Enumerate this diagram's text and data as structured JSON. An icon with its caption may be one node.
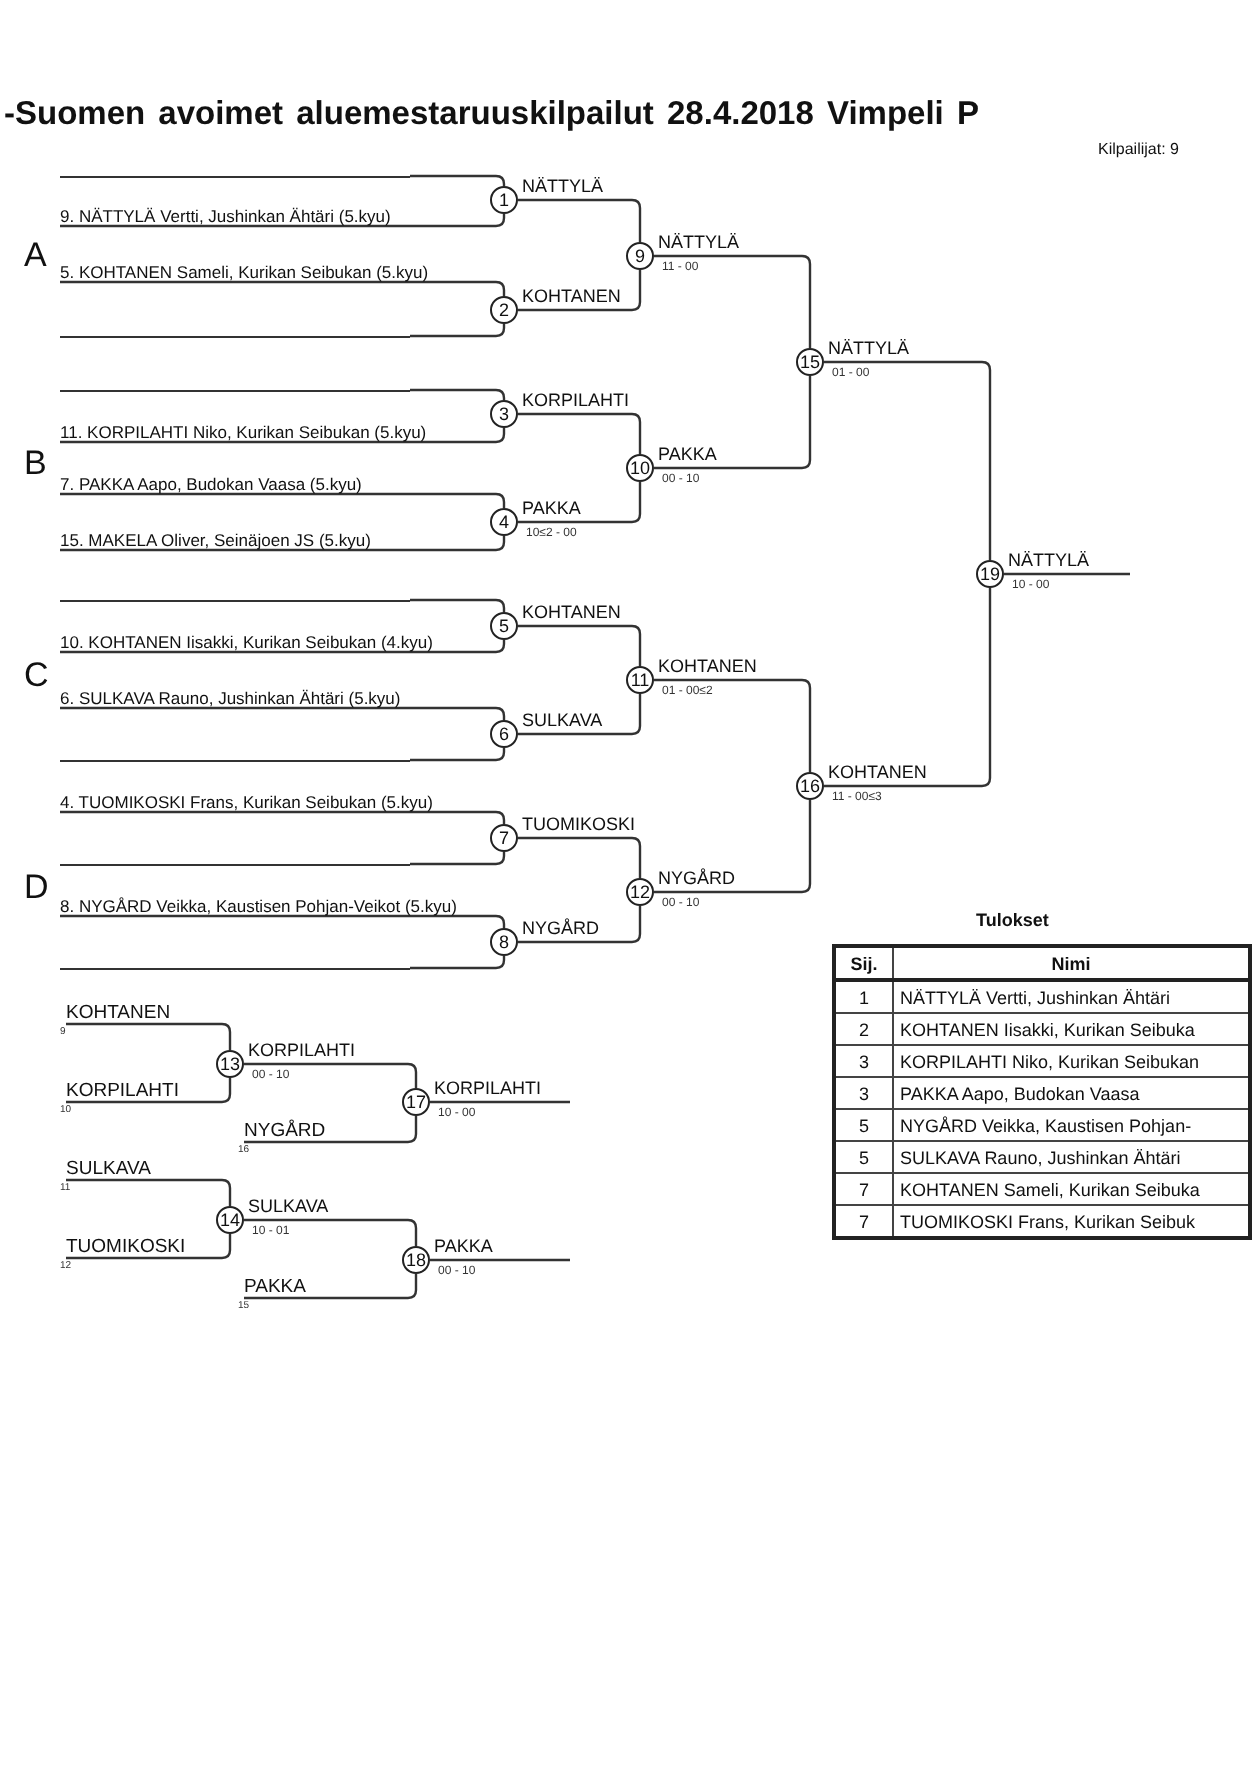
{
  "diagram": {
    "title": "-Suomen avoimet aluemestaruuskilpailut 28.4.2018 Vimpeli P",
    "nodes": [
      {
        "text": [
          "1"
        ],
        "beside": [
          "NÄTTYLÄ"
        ]
      },
      {
        "text": [
          "9. NÄTTYLÄ Vertti, Jushinkan Ähtäri (5.kyu)"
        ]
      },
      {
        "text": [
          "9"
        ],
        "beside": [
          "NÄTTYLÄ",
          "11 - 00"
        ]
      },
      {
        "text": [
          "5. KOHTANEN Sameli, Kurikan Seibukan (5.kyu)"
        ]
      },
      {
        "text": [
          "2"
        ],
        "beside": [
          "KOHTANEN"
        ]
      },
      {
        "text": [
          "15"
        ],
        "beside": [
          "NÄTTYLÄ",
          "01 - 00"
        ]
      },
      {
        "text": [
          "3"
        ],
        "beside": [
          "KORPILAHTI"
        ]
      },
      {
        "text": [
          "11. KORPILAHTI Niko, Kurikan Seibukan (5.kyu)"
        ]
      },
      {
        "text": [
          "10"
        ],
        "beside": [
          "PAKKA",
          "00 - 10"
        ]
      },
      {
        "text": [
          "7. PAKKA Aapo, Budokan Vaasa (5.kyu)"
        ]
      },
      {
        "text": [
          "4"
        ],
        "beside": [
          "PAKKA",
          "10≤2 - 00"
        ]
      },
      {
        "text": [
          "15. MAKELA Oliver, Seinäjoen JS (5.kyu)"
        ]
      },
      {
        "text": [
          "19"
        ],
        "beside": [
          "NÄTTYLÄ",
          "10 - 00"
        ]
      },
      {
        "text": [
          "5"
        ],
        "beside": [
          "KOHTANEN"
        ]
      },
      {
        "text": [
          "10. KOHTANEN Iisakki, Kurikan Seibukan (4.kyu)"
        ]
      },
      {
        "text": [
          "11"
        ],
        "beside": [
          "KOHTANEN",
          "01 - 00≤2"
        ]
      },
      {
        "text": [
          "6. SULKAVA Rauno, Jushinkan Ähtäri (5.kyu)"
        ]
      },
      {
        "text": [
          "6"
        ],
        "beside": [
          "SULKAVA"
        ]
      },
      {
        "text": [
          "16"
        ],
        "beside": [
          "KOHTANEN",
          "11 - 00≤3"
        ]
      },
      {
        "text": [
          "4. TUOMIKOSKI Frans, Kurikan Seibukan (5.kyu)"
        ]
      },
      {
        "text": [
          "7"
        ],
        "beside": [
          "TUOMIKOSKI"
        ]
      },
      {
        "text": [
          "12"
        ],
        "beside": [
          "NYGÅRD",
          "00 - 10"
        ]
      },
      {
        "text": [
          "8. NYGÅRD Veikka, Kaustisen Pohjan-Veikot (5.kyu)"
        ]
      },
      {
        "text": [
          "8"
        ],
        "beside": [
          "NYGÅRD"
        ]
      },
      {
        "text": [
          "KOHTANEN"
        ],
        "beside": [
          "9"
        ]
      },
      {
        "text": [
          "13"
        ],
        "beside": [
          "KORPILAHTI",
          "00 - 10"
        ]
      },
      {
        "text": [
          "KORPILAHTI"
        ],
        "beside": [
          "10"
        ]
      },
      {
        "text": [
          "17"
        ],
        "beside": [
          "KORPILAHTI",
          "10 - 00"
        ]
      },
      {
        "text": [
          "NYGÅRD"
        ],
        "beside": [
          "16"
        ]
      },
      {
        "text": [
          "SULKAVA"
        ],
        "beside": [
          "11"
        ]
      },
      {
        "text": [
          "14"
        ],
        "beside": [
          "SULKAVA",
          "10 - 01"
        ]
      },
      {
        "text": [
          "TUOMIKOSKI"
        ],
        "beside": [
          "12"
        ]
      },
      {
        "text": [
          "18"
        ],
        "beside": [
          "PAKKA",
          "00 - 10"
        ]
      },
      {
        "text": [
          "PAKKA"
        ],
        "beside": [
          "15"
        ]
      },
      {
        "text": [],
        "shape": "bar"
      },
      {
        "text": [],
        "shape": "bar"
      },
      {
        "text": [],
        "shape": "bar"
      },
      {
        "text": [],
        "shape": "bar"
      },
      {
        "text": [],
        "shape": "bar"
      },
      {
        "text": [],
        "shape": "bar"
      },
      {
        "text": [],
        "shape": "bar"
      }
    ],
    "edges": [
      {
        "from": 34,
        "to": 0,
        "arrow": "none"
      },
      {
        "from": 1,
        "to": 0,
        "arrow": "none"
      },
      {
        "from": 3,
        "to": 4,
        "arrow": "none"
      },
      {
        "from": 35,
        "to": 4,
        "arrow": "none"
      },
      {
        "from": 0,
        "to": 2,
        "arrow": "none"
      },
      {
        "from": 4,
        "to": 2,
        "arrow": "none"
      },
      {
        "from": 36,
        "to": 6,
        "arrow": "none"
      },
      {
        "from": 7,
        "to": 6,
        "arrow": "none"
      },
      {
        "from": 9,
        "to": 10,
        "arrow": "none"
      },
      {
        "from": 11,
        "to": 10,
        "arrow": "none"
      },
      {
        "from": 6,
        "to": 8,
        "arrow": "none"
      },
      {
        "from": 10,
        "to": 8,
        "arrow": "none"
      },
      {
        "from": 2,
        "to": 5,
        "arrow": "none"
      },
      {
        "from": 8,
        "to": 5,
        "arrow": "none"
      },
      {
        "from": 5,
        "to": 12,
        "arrow": "none"
      },
      {
        "from": 18,
        "to": 12,
        "arrow": "none"
      },
      {
        "from": 12,
        "to": null,
        "arrow": "none"
      },
      {
        "from": 37,
        "to": 13,
        "arrow": "none"
      },
      {
        "from": 14,
        "to": 13,
        "arrow": "none"
      },
      {
        "from": 16,
        "to": 17,
        "arrow": "none"
      },
      {
        "from": 38,
        "to": 17,
        "arrow": "none"
      },
      {
        "from": 13,
        "to": 15,
        "arrow": "none"
      },
      {
        "from": 17,
        "to": 15,
        "arrow": "none"
      },
      {
        "from": 19,
        "to": 20,
        "arrow": "none"
      },
      {
        "from": 39,
        "to": 20,
        "arrow": "none"
      },
      {
        "from": 22,
        "to": 23,
        "arrow": "none"
      },
      {
        "from": 40,
        "to": 23,
        "arrow": "none"
      },
      {
        "from": 20,
        "to": 21,
        "arrow": "none"
      },
      {
        "from": 23,
        "to": 21,
        "arrow": "none"
      },
      {
        "from": 15,
        "to": 18,
        "arrow": "none"
      },
      {
        "from": 21,
        "to": 18,
        "arrow": "none"
      },
      {
        "from": 24,
        "to": 25,
        "arrow": "none"
      },
      {
        "from": 26,
        "to": 25,
        "arrow": "none"
      },
      {
        "from": 25,
        "to": 27,
        "arrow": "none"
      },
      {
        "from": 28,
        "to": 27,
        "arrow": "none"
      },
      {
        "from": 27,
        "to": null,
        "arrow": "none"
      },
      {
        "from": 29,
        "to": 30,
        "arrow": "none"
      },
      {
        "from": 31,
        "to": 30,
        "arrow": "none"
      },
      {
        "from": 30,
        "to": 32,
        "arrow": "none"
      },
      {
        "from": 33,
        "to": 32,
        "arrow": "none"
      },
      {
        "from": 32,
        "to": null,
        "arrow": "none"
      }
    ],
    "labels": [
      "Kilpailijat: 9",
      "A",
      "B",
      "C",
      "D",
      "Tulokset",
      "Sij.",
      "Nimi",
      "1",
      "NÄTTYLÄ Vertti, Jushinkan Ähtäri",
      "2",
      "KOHTANEN Iisakki, Kurikan Seibuka",
      "3",
      "KORPILAHTI Niko, Kurikan Seibukan",
      "3",
      "PAKKA Aapo, Budokan Vaasa",
      "5",
      "NYGÅRD Veikka, Kaustisen Pohjan-",
      "5",
      "SULKAVA Rauno, Jushinkan Ähtäri",
      "7",
      "KOHTANEN Sameli, Kurikan Seibuka",
      "7",
      "TUOMIKOSKI Frans, Kurikan Seibuk"
    ]
  }
}
